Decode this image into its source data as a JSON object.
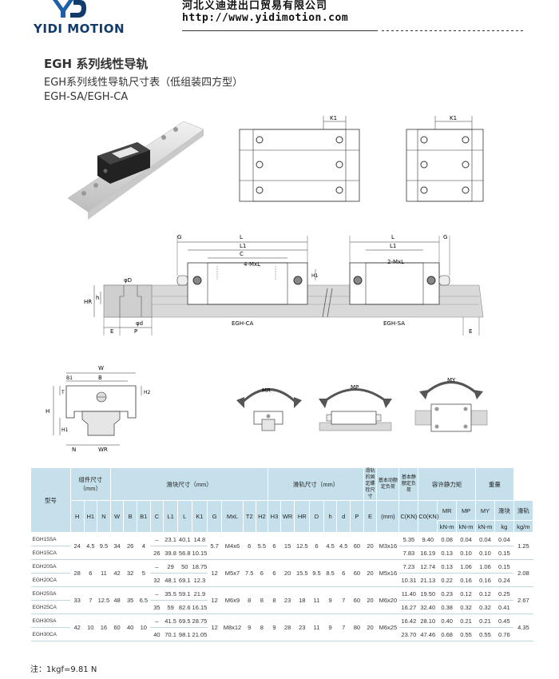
{
  "header": {
    "logo_text": "YIDI MOTION",
    "company": "河北义迪进出口贸易有限公司",
    "url": "http://www.yidimotion.com"
  },
  "titles": {
    "main": "EGH 系列线性导轨",
    "sub": "EGH系列线性导轨尺寸表（低组装四方型）",
    "models": "EGH-SA/EGH-CA"
  },
  "diagram_labels": {
    "k1": "K1",
    "g": "G",
    "l": "L",
    "l1": "L1",
    "c": "C",
    "ca_holes": "4-MxL",
    "sa_holes": "2-MxL",
    "h1": "H1",
    "hr": "HR",
    "h": "h",
    "phi_D": "φD",
    "phi_d": "φd",
    "e": "E",
    "p": "P",
    "egh_ca": "EGH-CA",
    "egh_sa": "EGH-SA",
    "w": "W",
    "b": "B",
    "b1": "B1",
    "t": "T",
    "h2": "H2",
    "h_total": "H",
    "h1_small": "H1",
    "n": "N",
    "wr": "WR",
    "mr": "MR",
    "mp": "MP",
    "my": "MY"
  },
  "table": {
    "group_headers": {
      "model": "型号",
      "assembly": "组件尺寸（mm）",
      "block": "滑块尺寸（mm）",
      "rail": "滑轨尺寸（mm）",
      "bolt": "滑轨的固定螺栓尺寸",
      "dynamic": "基本动额定负荷",
      "static": "基本静额定负荷",
      "moment": "容许静力矩",
      "weight": "重量"
    },
    "sub_headers": [
      "H",
      "H1",
      "N",
      "W",
      "B",
      "B1",
      "C",
      "L1",
      "L",
      "K1",
      "G",
      "MxL",
      "T2",
      "H2",
      "H3",
      "WR",
      "HR",
      "D",
      "h",
      "d",
      "P",
      "E",
      "(mm)",
      "C(KN)",
      "C0(KN)",
      "MR",
      "MP",
      "MY",
      "滑块",
      "滑轨"
    ],
    "unit_row": [
      "kN-m",
      "kN-m",
      "kN-m",
      "kg",
      "kg/m"
    ],
    "groups": [
      {
        "shared": {
          "H": "24",
          "H1": "4.5",
          "N": "9.5",
          "W": "34",
          "B": "26",
          "B1": "4",
          "G": "5.7",
          "MxL": "M4x6",
          "T2": "6",
          "H2": "5.5",
          "H3": "6",
          "WR": "15",
          "HR": "12.5",
          "D": "6",
          "h": "4.5",
          "d": "4.5",
          "P": "60",
          "E": "20",
          "bolt": "M3x16",
          "rail_kg": "1.25"
        },
        "rows": [
          {
            "model": "EGH15SA",
            "C": "–",
            "L1": "23.1",
            "L": "40.1",
            "K1": "14.8",
            "Cd": "5.35",
            "C0": "9.40",
            "MR": "0.08",
            "MP": "0.04",
            "MY": "0.04",
            "kg": "0.04"
          },
          {
            "model": "EGH15CA",
            "C": "26",
            "L1": "39.8",
            "L": "56.8",
            "K1": "10.15",
            "Cd": "7.83",
            "C0": "16.19",
            "MR": "0.13",
            "MP": "0.10",
            "MY": "0.10",
            "kg": "0.15"
          }
        ]
      },
      {
        "shared": {
          "H": "28",
          "H1": "6",
          "N": "11",
          "W": "42",
          "B": "32",
          "B1": "5",
          "G": "12",
          "MxL": "M5x7",
          "T2": "7.5",
          "H2": "6",
          "H3": "6",
          "WR": "20",
          "HR": "15.5",
          "D": "9.5",
          "h": "8.5",
          "d": "6",
          "P": "60",
          "E": "20",
          "bolt": "M5x16",
          "rail_kg": "2.08"
        },
        "rows": [
          {
            "model": "EGH20SA",
            "C": "–",
            "L1": "29",
            "L": "50",
            "K1": "18.75",
            "Cd": "7.23",
            "C0": "12.74",
            "MR": "0.13",
            "MP": "1.06",
            "MY": "1.06",
            "kg": "0.15"
          },
          {
            "model": "EGH20CA",
            "C": "32",
            "L1": "48.1",
            "L": "69.1",
            "K1": "12.3",
            "Cd": "10.31",
            "C0": "21.13",
            "MR": "0.22",
            "MP": "0.16",
            "MY": "0.16",
            "kg": "0.24"
          }
        ]
      },
      {
        "shared": {
          "H": "33",
          "H1": "7",
          "N": "12.5",
          "W": "48",
          "B": "35",
          "B1": "6.5",
          "G": "12",
          "MxL": "M6x9",
          "T2": "8",
          "H2": "8",
          "H3": "8",
          "WR": "23",
          "HR": "18",
          "D": "11",
          "h": "9",
          "d": "7",
          "P": "60",
          "E": "20",
          "bolt": "M6x20",
          "rail_kg": "2.67"
        },
        "rows": [
          {
            "model": "EGH25SA",
            "C": "–",
            "L1": "35.5",
            "L": "59.1",
            "K1": "21.9",
            "Cd": "11.40",
            "C0": "19.50",
            "MR": "0.23",
            "MP": "0.12",
            "MY": "0.12",
            "kg": "0.25"
          },
          {
            "model": "EGH25CA",
            "C": "35",
            "L1": "59",
            "L": "82.6",
            "K1": "16.15",
            "Cd": "16.27",
            "C0": "32.40",
            "MR": "0.38",
            "MP": "0.32",
            "MY": "0.32",
            "kg": "0.41"
          }
        ]
      },
      {
        "shared": {
          "H": "42",
          "H1": "10",
          "N": "16",
          "W": "60",
          "B": "40",
          "B1": "10",
          "G": "12",
          "MxL": "M8x12",
          "T2": "9",
          "H2": "8",
          "H3": "9",
          "WR": "28",
          "HR": "23",
          "D": "11",
          "h": "9",
          "d": "7",
          "P": "80",
          "E": "20",
          "bolt": "M6x25",
          "rail_kg": "4.35"
        },
        "rows": [
          {
            "model": "EGH30SA",
            "C": "–",
            "L1": "41.5",
            "L": "69.5",
            "K1": "28.75",
            "Cd": "16.42",
            "C0": "28.10",
            "MR": "0.40",
            "MP": "0.21",
            "MY": "0.21",
            "kg": "0.45"
          },
          {
            "model": "EGH30CA",
            "C": "40",
            "L1": "70.1",
            "L": "98.1",
            "K1": "21.05",
            "Cd": "23.70",
            "C0": "47.46",
            "MR": "0.68",
            "MP": "0.55",
            "MY": "0.55",
            "kg": "0.76"
          }
        ]
      }
    ]
  },
  "note": "注：1kgf=9.81 N",
  "colors": {
    "header_bg": "#c5e0ea",
    "logo_blue": "#123a6b",
    "rail_gray": "#d9d9d9"
  }
}
